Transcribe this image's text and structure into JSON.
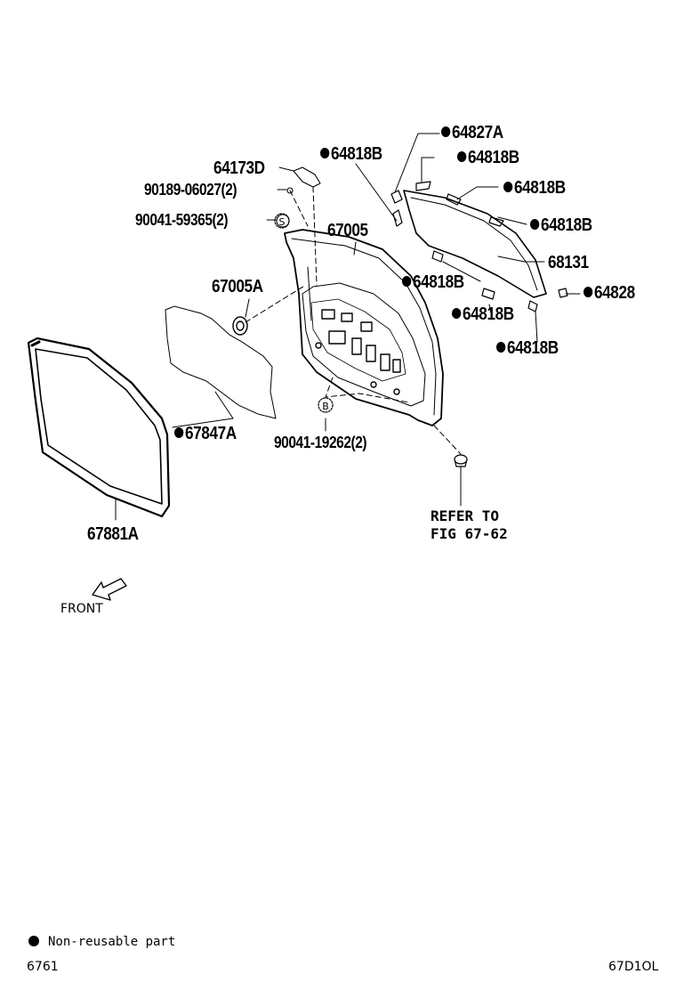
{
  "labels": {
    "p64173D": "64173D",
    "p90189": "90189-06027(2)",
    "p90041a": "90041-59365(2)",
    "p64818B_1": "64818B",
    "p64827A": "64827A",
    "p64818B_2": "64818B",
    "p64818B_3": "64818B",
    "p64818B_4": "64818B",
    "p67005": "67005",
    "p68131": "68131",
    "p67005A": "67005A",
    "p64818B_5": "64818B",
    "p64828": "64828",
    "p64818B_6": "64818B",
    "p64818B_7": "64818B",
    "p67847A": "67847A",
    "p90041b": "90041-19262(2)",
    "p67881A": "67881A"
  },
  "markers": {
    "s": "S",
    "b": "B"
  },
  "refer": "REFER TO\nFIG 67-62",
  "front": "FRONT",
  "legend": "Non-reusable part",
  "footer_left": "6761",
  "footer_right": "67D1OL"
}
